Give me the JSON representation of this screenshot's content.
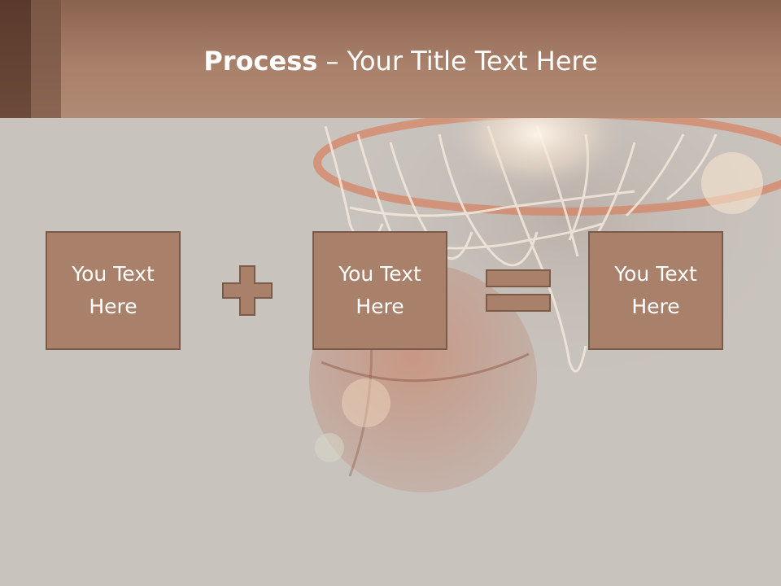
{
  "slide": {
    "title_bold": "Process",
    "title_rest": " – Your Title Text Here",
    "boxes": [
      {
        "label": "You Text Here"
      },
      {
        "label": "You Text Here"
      },
      {
        "label": "You Text Here"
      }
    ],
    "operators": [
      "plus-icon",
      "equals-icon"
    ],
    "colors": {
      "header": "#a9806a",
      "box_fill": "#a9806a",
      "box_border": "#7a5a48",
      "background": "#c9c3bd"
    }
  }
}
